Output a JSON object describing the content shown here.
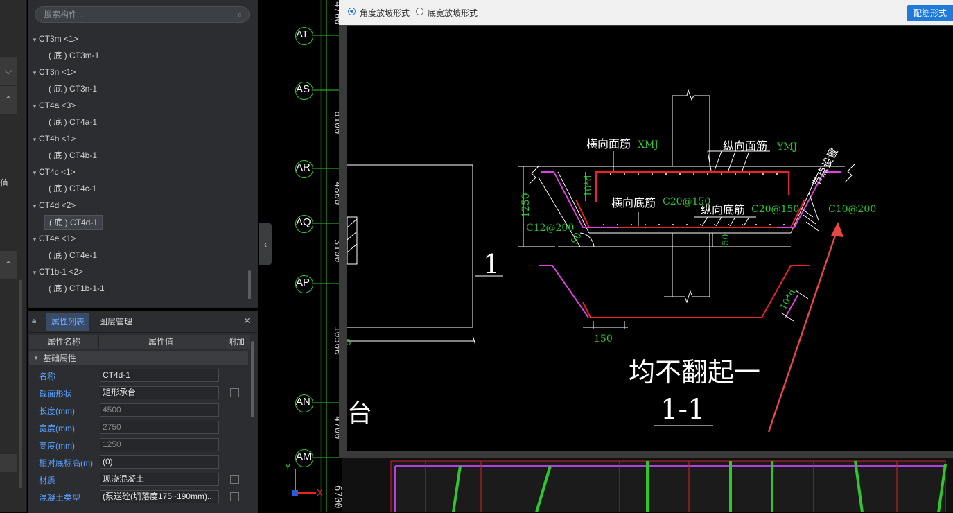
{
  "tree": {
    "search_placeholder": "搜索构件...",
    "items": [
      {
        "label": "CT3m <1>",
        "child": "( 底 ) CT3m-1"
      },
      {
        "label": "CT3n <1>",
        "child": "( 底 ) CT3n-1"
      },
      {
        "label": "CT4a <3>",
        "child": "( 底 ) CT4a-1"
      },
      {
        "label": "CT4b <1>",
        "child": "( 底 ) CT4b-1"
      },
      {
        "label": "CT4c <1>",
        "child": "( 底 ) CT4c-1"
      },
      {
        "label": "CT4d <2>",
        "child": "( 底 ) CT4d-1"
      },
      {
        "label": "CT4e <1>",
        "child": "( 底 ) CT4e-1"
      },
      {
        "label": "CT1b-1 <2>",
        "child": "( 底 ) CT1b-1-1"
      }
    ]
  },
  "left_strip": {
    "char": "值"
  },
  "props": {
    "tab_properties": "属性列表",
    "tab_layers": "图层管理",
    "col_name": "属性名称",
    "col_value": "属性值",
    "col_extra": "附加",
    "group": "基础属性",
    "rows": [
      {
        "name": "名称",
        "value": "CT4d-1"
      },
      {
        "name": "截面形状",
        "value": "矩形承台"
      },
      {
        "name": "长度(mm)",
        "value": "4500"
      },
      {
        "name": "宽度(mm)",
        "value": "2750"
      },
      {
        "name": "高度(mm)",
        "value": "1250"
      },
      {
        "name": "相对底标高(m)",
        "value": "(0)"
      },
      {
        "name": "材质",
        "value": "现浇混凝土"
      },
      {
        "name": "混凝土类型",
        "value": "(泵送砼(坍落度175~190mm)..."
      }
    ]
  },
  "cad": {
    "axes": [
      "AT",
      "AS",
      "AR",
      "AQ",
      "AP",
      "AN",
      "AM"
    ],
    "dims": [
      "4700",
      "6100",
      "4800",
      "3100",
      "10500",
      "4700",
      "6700"
    ],
    "frag_char": "台",
    "frag_num": "1",
    "ucs_y": "Y",
    "ucs_x": "X"
  },
  "dialog": {
    "radio_angle": "角度放坡形式",
    "radio_width": "底宽放坡形式",
    "button": "配筋形式",
    "drawing": {
      "h_top": "横向面筋",
      "h_top_code": "XMJ",
      "v_top": "纵向面筋",
      "v_top_code": "YMJ",
      "corner": "节点设置",
      "h_bot": "横向底筋",
      "h_bot_val": "C20@150",
      "v_bot": "纵向底筋",
      "v_bot_val": "C20@150",
      "side_bar": "C10@200",
      "slope_bar": "C12@200",
      "height": "1250",
      "tenD": "10*d",
      "angle": "90",
      "fifty": "50",
      "oneFifty": "150",
      "tenD2": "10*d",
      "note": "均不翻起一",
      "section": "1-1"
    }
  }
}
